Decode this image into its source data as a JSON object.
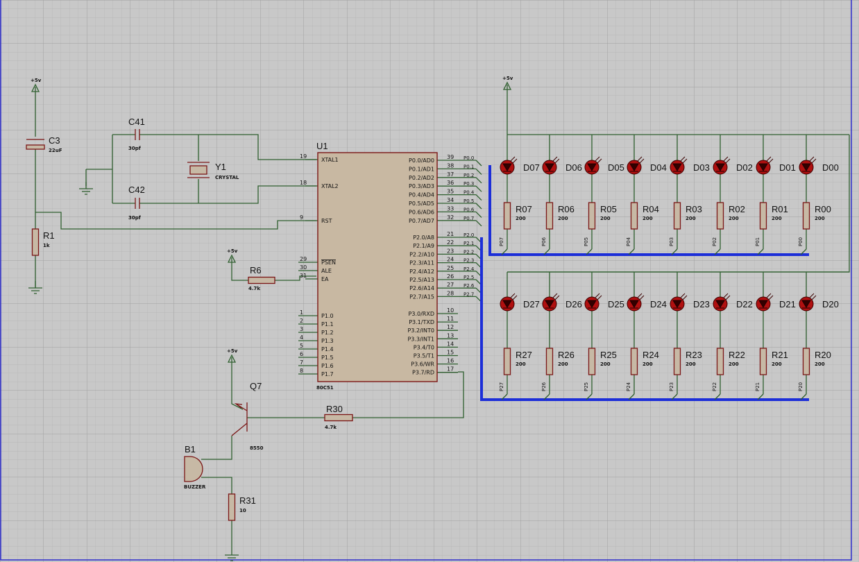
{
  "power_label": "+5v",
  "chip": {
    "ref": "U1",
    "part": "80C51",
    "left_pins": [
      {
        "num": "19",
        "name": "XTAL1"
      },
      {
        "num": "18",
        "name": "XTAL2"
      },
      {
        "num": "9",
        "name": "RST"
      },
      {
        "num": "29",
        "name": "PSEN"
      },
      {
        "num": "30",
        "name": "ALE"
      },
      {
        "num": "31",
        "name": "EA"
      },
      {
        "num": "1",
        "name": "P1.0"
      },
      {
        "num": "2",
        "name": "P1.1"
      },
      {
        "num": "3",
        "name": "P1.2"
      },
      {
        "num": "4",
        "name": "P1.3"
      },
      {
        "num": "5",
        "name": "P1.4"
      },
      {
        "num": "6",
        "name": "P1.5"
      },
      {
        "num": "7",
        "name": "P1.6"
      },
      {
        "num": "8",
        "name": "P1.7"
      }
    ],
    "port0": [
      {
        "num": "39",
        "name": "P0.0/AD0",
        "net": "P0.0"
      },
      {
        "num": "38",
        "name": "P0.1/AD1",
        "net": "P0.1"
      },
      {
        "num": "37",
        "name": "P0.2/AD2",
        "net": "P0.2"
      },
      {
        "num": "36",
        "name": "P0.3/AD3",
        "net": "P0.3"
      },
      {
        "num": "35",
        "name": "P0.4/AD4",
        "net": "P0.4"
      },
      {
        "num": "34",
        "name": "P0.5/AD5",
        "net": "P0.5"
      },
      {
        "num": "33",
        "name": "P0.6/AD6",
        "net": "P0.6"
      },
      {
        "num": "32",
        "name": "P0.7/AD7",
        "net": "P0.7"
      }
    ],
    "port2": [
      {
        "num": "21",
        "name": "P2.0/A8",
        "net": "P2.0"
      },
      {
        "num": "22",
        "name": "P2.1/A9",
        "net": "P2.1"
      },
      {
        "num": "23",
        "name": "P2.2/A10",
        "net": "P2.2"
      },
      {
        "num": "24",
        "name": "P2.3/A11",
        "net": "P2.3"
      },
      {
        "num": "25",
        "name": "P2.4/A12",
        "net": "P2.4"
      },
      {
        "num": "26",
        "name": "P2.5/A13",
        "net": "P2.5"
      },
      {
        "num": "27",
        "name": "P2.6/A14",
        "net": "P2.6"
      },
      {
        "num": "28",
        "name": "P2.7/A15",
        "net": "P2.7"
      }
    ],
    "port3": [
      {
        "num": "10",
        "name": "P3.0/RXD"
      },
      {
        "num": "11",
        "name": "P3.1/TXD"
      },
      {
        "num": "12",
        "name": "P3.2/INT0"
      },
      {
        "num": "13",
        "name": "P3.3/INT1"
      },
      {
        "num": "14",
        "name": "P3.4/T0"
      },
      {
        "num": "15",
        "name": "P3.5/T1"
      },
      {
        "num": "16",
        "name": "P3.6/WR"
      },
      {
        "num": "17",
        "name": "P3.7/RD"
      }
    ]
  },
  "components": {
    "c3": {
      "ref": "C3",
      "value": "22uF"
    },
    "r1": {
      "ref": "R1",
      "value": "1k"
    },
    "c41": {
      "ref": "C41",
      "value": "30pf"
    },
    "c42": {
      "ref": "C42",
      "value": "30pf"
    },
    "y1": {
      "ref": "Y1",
      "value": "CRYSTAL"
    },
    "r6": {
      "ref": "R6",
      "value": "4.7k"
    },
    "q7": {
      "ref": "Q7",
      "value": "8550"
    },
    "r30": {
      "ref": "R30",
      "value": "4.7k"
    },
    "b1": {
      "ref": "B1",
      "value": "BUZZER"
    },
    "r31": {
      "ref": "R31",
      "value": "10"
    }
  },
  "led_row_top": {
    "leds": [
      "D07",
      "D06",
      "D05",
      "D04",
      "D03",
      "D02",
      "D01",
      "D00"
    ],
    "resistors": [
      "R07",
      "R06",
      "R05",
      "R04",
      "R03",
      "R02",
      "R01",
      "R00"
    ],
    "nets": [
      "P07",
      "P06",
      "P05",
      "P04",
      "P03",
      "P02",
      "P01",
      "P00"
    ],
    "res_value": "200"
  },
  "led_row_bottom": {
    "leds": [
      "D27",
      "D26",
      "D25",
      "D24",
      "D23",
      "D22",
      "D21",
      "D20"
    ],
    "resistors": [
      "R27",
      "R26",
      "R25",
      "R24",
      "R23",
      "R22",
      "R21",
      "R20"
    ],
    "nets": [
      "P27",
      "P26",
      "P25",
      "P24",
      "P23",
      "P22",
      "P21",
      "P20"
    ],
    "res_value": "200"
  }
}
